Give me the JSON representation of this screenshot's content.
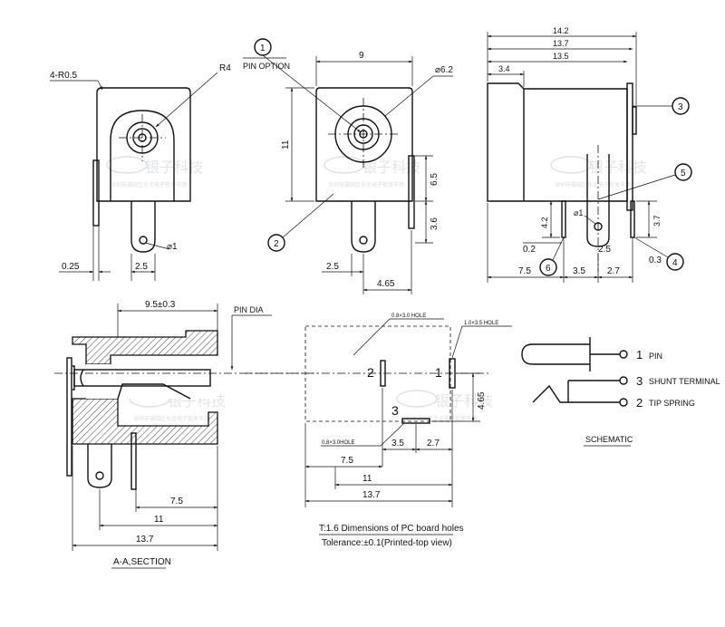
{
  "top_left_view": {
    "corner_radius": "4-R0.5",
    "hole_radius": "R4",
    "pin_hole": "⌀1",
    "dim_pin_thickness": "0.25",
    "dim_pin_offset": "2.5"
  },
  "top_middle_view": {
    "callout_1": "1",
    "callout_2": "2",
    "pin_option_label": "PIN OPTION",
    "dim_width": "9",
    "dim_height": "11",
    "dim_bore": "⌀6.2",
    "dim_6_5": "6.5",
    "dim_3_6": "3.6",
    "dim_2_5": "2.5",
    "dim_4_65": "4.65"
  },
  "top_right_view": {
    "dim_14_2": "14.2",
    "dim_13_7": "13.7",
    "dim_13_5": "13.5",
    "dim_3_4": "3.4",
    "callout_3": "3",
    "callout_4": "4",
    "callout_5": "5",
    "callout_6": "6",
    "dim_4_2": "4.2",
    "pin_hole": "⌀1",
    "dim_0_2": "0.2",
    "dim_2_5": "2.5",
    "dim_3_7": "3.7",
    "dim_0_3": "0.3",
    "dim_7_5": "7.5",
    "dim_3_5": "3.5",
    "dim_2_7": "2.7"
  },
  "section_view": {
    "dim_9_5": "9.5±0.3",
    "pin_dia_label": "PIN DIA",
    "dim_7_5": "7.5",
    "dim_11": "11",
    "dim_13_7": "13.7",
    "section_label": "A-A,SECTION"
  },
  "pcb_view": {
    "hole_note_top": "0.8×3.0 HOLE",
    "hole_note_right": "1.0×3.5 HOLE",
    "hole_note_bottom": "0.8×3.0HOLE",
    "pin_2": "2",
    "pin_1": "1",
    "pin_3": "3",
    "dim_4_65": "4.65",
    "dim_3_5": "3.5",
    "dim_2_7": "2.7",
    "dim_7_5": "7.5",
    "dim_11": "11",
    "dim_13_7": "13.7",
    "note_line_1": "T:1.6 Dimensions of PC board holes",
    "note_line_2": "Tolerance:±0.1(Printed-top view)"
  },
  "schematic": {
    "pin1_num": "1",
    "pin1_label": "PIN",
    "pin3_num": "3",
    "pin3_label": "SHUNT TERMINAL",
    "pin2_num": "2",
    "pin2_label": "TIP SPRING",
    "title": "SCHEMATIC"
  },
  "watermark": {
    "brand": "银子科技",
    "sub": "深圳市福田区东北电子批发市场"
  }
}
